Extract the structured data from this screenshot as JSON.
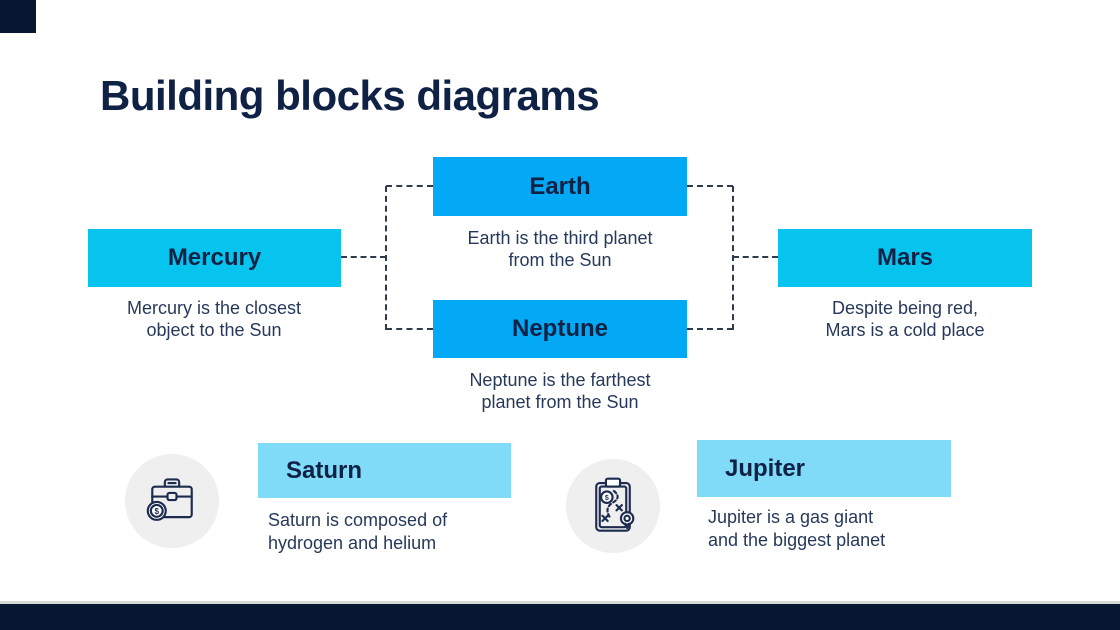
{
  "slide": {
    "title": "Building blocks diagrams"
  },
  "colors": {
    "navy": "#061731",
    "cyan": "#06c4ee",
    "blue": "#03a9f4",
    "light_blue": "#7fdbf8",
    "heading_text": "#0f2144",
    "body_text": "#27395a",
    "circle_gray": "#efefef"
  },
  "diagram": {
    "mercury": {
      "label": "Mercury",
      "description": "Mercury is the closest\nobject to the Sun"
    },
    "earth": {
      "label": "Earth",
      "description": "Earth is the third planet\nfrom the Sun"
    },
    "neptune": {
      "label": "Neptune",
      "description": "Neptune is the farthest\nplanet from the Sun"
    },
    "mars": {
      "label": "Mars",
      "description": "Despite being red,\nMars is a cold place"
    }
  },
  "features": {
    "saturn": {
      "label": "Saturn",
      "description": "Saturn is composed of\nhydrogen and helium",
      "icon": "briefcase-coin-icon"
    },
    "jupiter": {
      "label": "Jupiter",
      "description": "Jupiter is a gas giant\nand the biggest planet",
      "icon": "treasure-map-clipboard-icon"
    }
  },
  "icons": {
    "currency_glyph": "$"
  }
}
